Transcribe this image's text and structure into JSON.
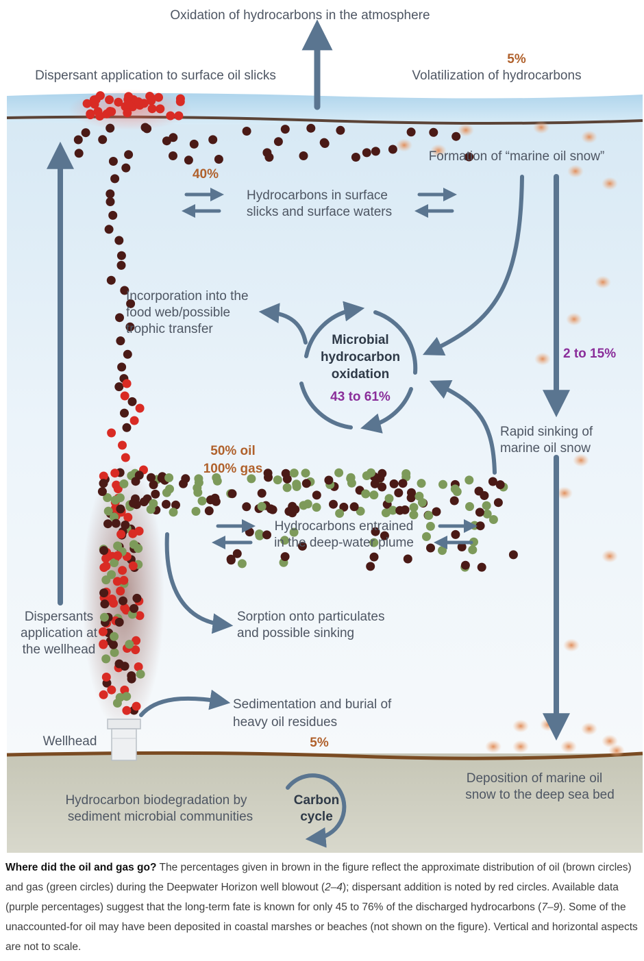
{
  "labels": {
    "oxidation_atmosphere": "Oxidation of hydrocarbons in the atmosphere",
    "dispersant_surface": "Dispersant application to surface oil slicks",
    "volatilization_pct": "5%",
    "volatilization": "Volatilization of hydrocarbons",
    "marine_snow_formation": "Formation of “marine oil snow”",
    "surface_pct": "40%",
    "surface_line1": "Hydrocarbons in surface",
    "surface_line2": "slicks and surface waters",
    "foodweb_line1": "Incorporation into the",
    "foodweb_line2": "food web/possible",
    "foodweb_line3": "trophic transfer",
    "microbial_line1": "Microbial",
    "microbial_line2": "hydrocarbon",
    "microbial_line3": "oxidation",
    "microbial_pct": "43 to 61%",
    "sinking_pct": "2 to 15%",
    "rapid_line1": "Rapid sinking of",
    "rapid_line2": "marine oil snow",
    "plume_pct_oil": "50% oil",
    "plume_pct_gas": "100% gas",
    "plume_line1": "Hydrocarbons entrained",
    "plume_line2": "in the deep-water plume",
    "sorption_line1": "Sorption onto particulates",
    "sorption_line2": "and possible sinking",
    "dispersant_well_line1": "Dispersants",
    "dispersant_well_line2": "application at",
    "dispersant_well_line3": "the wellhead",
    "sedimentation_line1": "Sedimentation and burial of",
    "sedimentation_line2": "heavy oil residues",
    "sedimentation_pct": "5%",
    "wellhead": "Wellhead",
    "deposition_line1": "Deposition of marine oil",
    "deposition_line2": "snow to the deep sea bed",
    "biodeg_line1": "Hydrocarbon biodegradation by",
    "biodeg_line2": "sediment microbial communities",
    "carbon_line1": "Carbon",
    "carbon_line2": "cycle"
  },
  "caption": {
    "title": "Where did the oil and gas go?",
    "part1": " The percentages given in brown in the figure reflect the approximate distribution of oil (brown circles) and gas (green circles) during the Deepwater Horizon well blowout (",
    "ref1": "2–4",
    "part2": "); dispersant addition is noted by red circles. Available data (purple percentages) suggest that the long-term fate is known for only 45 to 76% of the discharged hydrocarbons (",
    "ref2": "7–9",
    "part3": "). Some of the unaccounted-for oil may have been deposited in coastal marshes or beaches (not shown on the figure). Vertical and horizontal aspects are not to scale."
  },
  "colors": {
    "oil": "#4a1a16",
    "gas": "#7d9a5a",
    "dispersant": "#d92b24",
    "marine_snow": "#e8a070",
    "arrow": "#5a7590",
    "brown_pct": "#b0612c",
    "purple_pct": "#8a2e9a"
  }
}
